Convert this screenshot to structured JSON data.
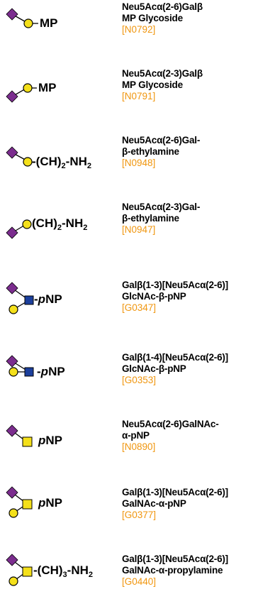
{
  "colors": {
    "sialic": "#7b2d8e",
    "galactose": "#f4e01a",
    "glcnac": "#1b3f9c",
    "galnac": "#f4e01a",
    "code": "#f0960f"
  },
  "items": [
    {
      "label_main": "MP",
      "label_pre": "",
      "label_italic": "",
      "label_sub": "",
      "label_post": "",
      "name_lines": [
        "Neu5Acα(2-6)Galβ",
        "MP Glycoside"
      ],
      "code": "[N0792]"
    },
    {
      "label_main": "MP",
      "label_pre": "",
      "label_italic": "",
      "label_sub": "",
      "label_post": "",
      "name_lines": [
        "Neu5Acα(2-3)Galβ",
        "MP Glycoside"
      ],
      "code": "[N0791]"
    },
    {
      "label_main": "",
      "label_pre": "-(CH)",
      "label_italic": "",
      "label_sub": "2",
      "label_post": "-NH",
      "label_sub2": "2",
      "name_lines": [
        "Neu5Acα(2-6)Gal-",
        "β-ethylamine"
      ],
      "code": "[N0948]"
    },
    {
      "label_main": "",
      "label_pre": "(CH)",
      "label_italic": "",
      "label_sub": "2",
      "label_post": "-NH",
      "label_sub2": "2",
      "name_lines": [
        "Neu5Acα(2-3)Gal-",
        "β-ethylamine"
      ],
      "code": "[N0947]"
    },
    {
      "label_main": "",
      "label_pre": "-",
      "label_italic": "p",
      "label_sub": "",
      "label_post": "NP",
      "name_lines": [
        "Galβ(1-3)[Neu5Acα(2-6)]",
        "GlcNAc-β-pNP"
      ],
      "code": "[G0347]"
    },
    {
      "label_main": "",
      "label_pre": "-",
      "label_italic": "p",
      "label_sub": "",
      "label_post": "NP",
      "name_lines": [
        "Galβ(1-4)[Neu5Acα(2-6)]",
        "GlcNAc-β-pNP"
      ],
      "code": "[G0353]"
    },
    {
      "label_main": "",
      "label_pre": "",
      "label_italic": "p",
      "label_sub": "",
      "label_post": "NP",
      "name_lines": [
        "Neu5Acα(2-6)GalNAc-",
        "α-pNP"
      ],
      "code": "[N0890]"
    },
    {
      "label_main": "",
      "label_pre": "",
      "label_italic": "p",
      "label_sub": "",
      "label_post": "NP",
      "name_lines": [
        "Galβ(1-3)[Neu5Acα(2-6)]",
        "GalNAc-α-pNP"
      ],
      "code": "[G0377]"
    },
    {
      "label_main": "",
      "label_pre": "-(CH)",
      "label_italic": "",
      "label_sub": "3",
      "label_post": "-NH",
      "label_sub2": "2",
      "name_lines": [
        "Galβ(1-3)[Neu5Acα(2-6)]",
        "GalNAc-α-propylamine"
      ],
      "code": "[G0440]"
    }
  ]
}
